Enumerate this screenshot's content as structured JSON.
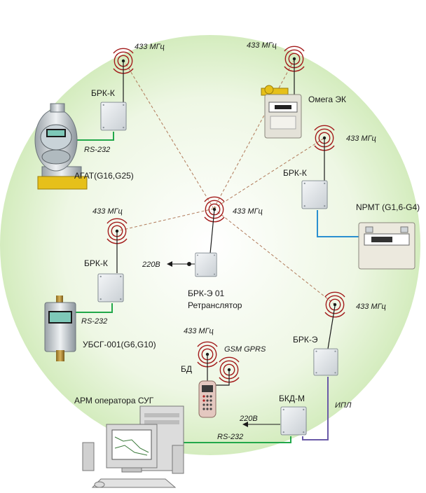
{
  "labels": {
    "freq": "433 МГц",
    "gsm": "GSM GPRS",
    "brk_k": "БРК-К",
    "brk_e": "БРК-Э",
    "brk_e01": "БРК-Э 01",
    "retranslator": "Ретранслятор",
    "bkd_m": "БКД-М",
    "bd": "БД",
    "omega": "Омега ЭК",
    "agat": "АГАТ(G16,G25)",
    "npmt": "NPMT (G1,6-G4)",
    "ubsg": "УБСГ-001(G6,G10)",
    "arm": "АРМ оператора СУГ",
    "rs232": "RS-232",
    "v220": "220В",
    "ipl": "ИПЛ"
  },
  "colors": {
    "background_glow": "#d4ecbe",
    "green_cable": "#22a84a",
    "blue_cable": "#2a8fd0",
    "violet_cable": "#6a5aa8",
    "antenna_ring": "#a31b1b",
    "radio_link": "#b07a5a",
    "device_box": "#dde2e6",
    "meter_yellow": "#e6c01a"
  },
  "icons": [
    "antenna-icon",
    "signal-waves-icon",
    "gas-meter-icon",
    "computer-icon",
    "handheld-terminal-icon",
    "controller-box-icon"
  ]
}
